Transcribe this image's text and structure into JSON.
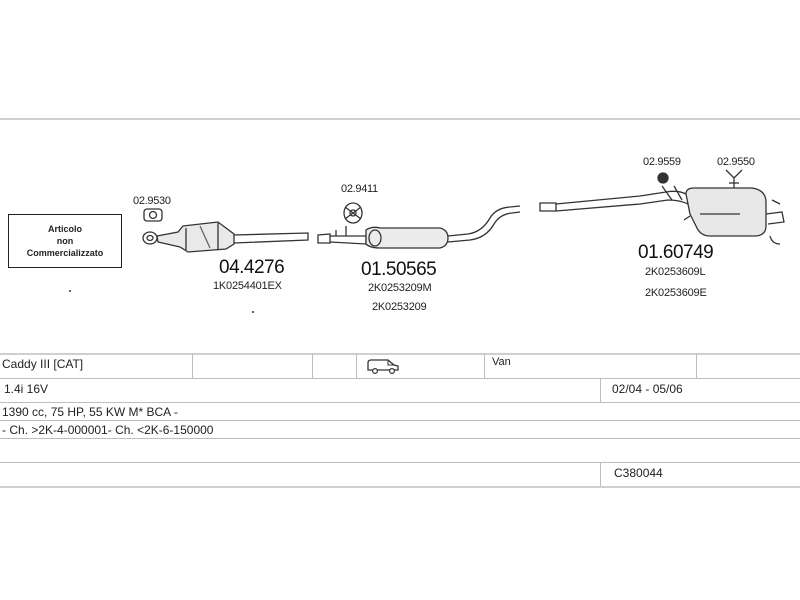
{
  "note_box": {
    "line1": "Articolo",
    "line2": "non",
    "line3": "Commercializzato"
  },
  "parts": {
    "catalytic": {
      "number": "04.4276",
      "oem": "1K0254401EX",
      "gasket_code": "02.9530"
    },
    "middle": {
      "number": "01.50565",
      "oem1": "2K0253209M",
      "oem2": "2K0253209",
      "clamp_code": "02.9411"
    },
    "rear": {
      "number": "01.60749",
      "oem1": "2K0253609L",
      "oem2": "2K0253609E",
      "hanger1_code": "02.9559",
      "hanger2_code": "02.9550"
    }
  },
  "table": {
    "model": "Caddy III  [CAT]",
    "body_icon": "van-icon",
    "body_type": "Van",
    "engine": "1.4i 16V",
    "years": "02/04 - 05/06",
    "spec": "1390 cc, 75 HP, 55 KW M* BCA -",
    "chassis": "- Ch. >2K-4-000001- Ch. <2K-6-150000",
    "catalog_code": "C380044"
  }
}
